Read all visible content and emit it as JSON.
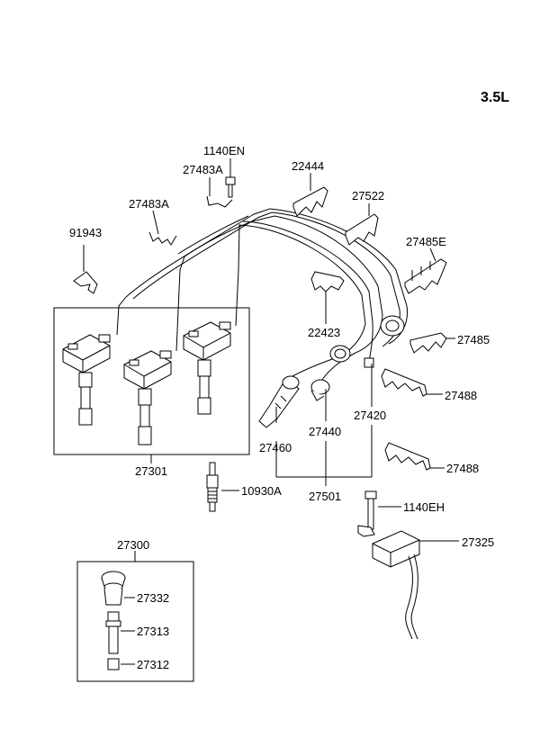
{
  "engine_label": "3.5L",
  "callouts": {
    "p1140EN": "1140EN",
    "p27483A_top": "27483A",
    "p22444": "22444",
    "p27522": "27522",
    "p27483A_left": "27483A",
    "p91943": "91943",
    "p27485E": "27485E",
    "p22423": "22423",
    "p27485": "27485",
    "p27488_a": "27488",
    "p27420": "27420",
    "p27440": "27440",
    "p27460": "27460",
    "p27488_b": "27488",
    "p27301": "27301",
    "p27501": "27501",
    "p10930A": "10930A",
    "p1140EH": "1140EH",
    "p27325": "27325",
    "p27300": "27300",
    "p27332": "27332",
    "p27313": "27313",
    "p27312": "27312"
  }
}
